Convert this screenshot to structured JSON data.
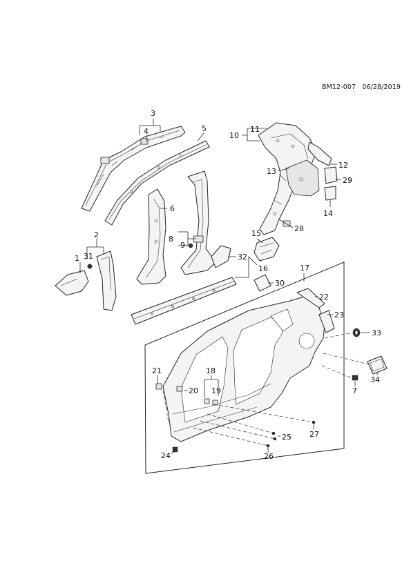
{
  "header": {
    "diagram_code": "BM12-007",
    "date": "06/28/2019"
  },
  "callouts": {
    "c1": "1",
    "c2": "2",
    "c3": "3",
    "c4": "4",
    "c5": "5",
    "c6": "6",
    "c7": "7",
    "c8": "8",
    "c9": "9",
    "c10": "10",
    "c11": "11",
    "c12": "12",
    "c13": "13",
    "c14": "14",
    "c15": "15",
    "c16": "16",
    "c17": "17",
    "c18": "18",
    "c19": "19",
    "c20": "20",
    "c21": "21",
    "c22": "22",
    "c23": "23",
    "c24": "24",
    "c25": "25",
    "c26": "26",
    "c27": "27",
    "c28": "28",
    "c29": "29",
    "c30": "30",
    "c31": "31",
    "c32": "32",
    "c33": "33",
    "c34": "34"
  }
}
